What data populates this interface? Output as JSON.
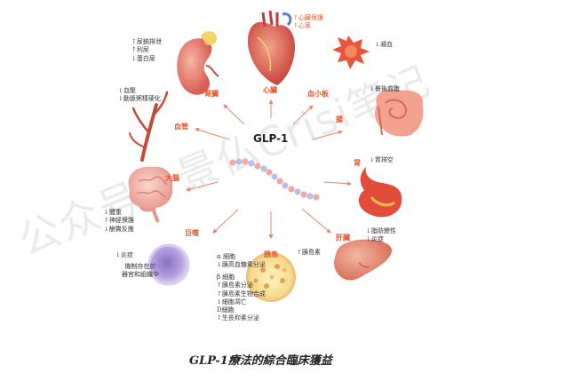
{
  "center": "GLP-1",
  "caption": "GLP-1療法的綜合臨床獲益",
  "watermark": "公众号：景仏Crisi笔记",
  "colors": {
    "accent": "#e4572e",
    "text": "#333333",
    "arrow": "#e9846e"
  },
  "organs": {
    "heart": {
      "label": "心臟",
      "effects": [
        "↑心臟保護",
        "↑心率"
      ]
    },
    "kidney": {
      "label": "腎臟",
      "effects": [
        "↑尿鈉排泄",
        "↑利尿",
        "↓蛋白尿"
      ]
    },
    "platelet": {
      "label": "血小板",
      "effects": [
        "↓凝血"
      ]
    },
    "vessel": {
      "label": "血管",
      "effects": [
        "↓血壓",
        "↓動脈粥樣硬化"
      ]
    },
    "gut": {
      "label": "腸",
      "effects": [
        "↓餐後血脂"
      ]
    },
    "brain": {
      "label": "大腦",
      "effects": [
        "↓體重",
        "↑神經保護",
        "↓酬賞反應"
      ]
    },
    "stomach": {
      "label": "胃",
      "effects": [
        "↓胃排空"
      ]
    },
    "liver": {
      "label": "肝臟",
      "effects": [
        "↓脂肪變性",
        "↓炎症"
      ]
    },
    "immune": {
      "label": "巨噬",
      "effects": [
        "↓炎症"
      ],
      "note": [
        "機制存在於",
        "器官和組織中"
      ]
    },
    "pancreas": {
      "label": "胰島",
      "side_effect": "↑胰島素",
      "alpha": [
        "α 細胞",
        "↓胰高血糖素分泌"
      ],
      "beta": [
        "β 細胞",
        "↑胰島素分泌",
        "↑胰島素生物合成",
        "↓細胞凋亡"
      ],
      "delta": [
        "D細胞",
        "↑生長抑素分泌"
      ]
    }
  }
}
